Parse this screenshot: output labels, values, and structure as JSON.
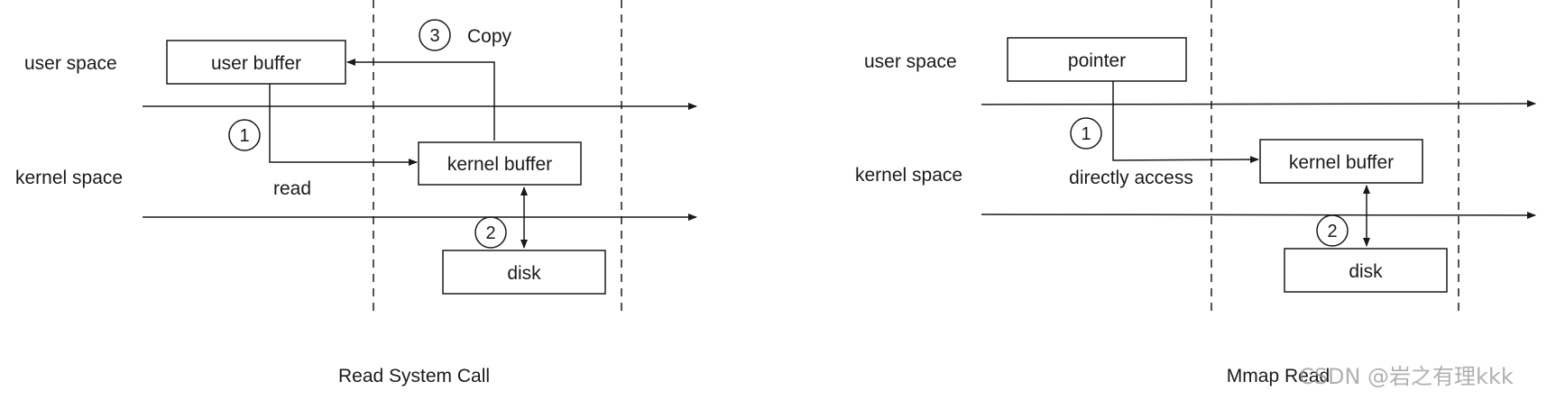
{
  "left_diagram": {
    "caption": "Read System Call",
    "user_space_label": "user space",
    "kernel_space_label": "kernel space",
    "user_buffer_label": "user buffer",
    "kernel_buffer_label": "kernel buffer",
    "disk_label": "disk",
    "step1_number": "1",
    "step1_label": "read",
    "step2_number": "2",
    "step3_number": "3",
    "step3_label": "Copy"
  },
  "right_diagram": {
    "caption": "Mmap Read",
    "user_space_label": "user space",
    "kernel_space_label": "kernel space",
    "pointer_label": "pointer",
    "kernel_buffer_label": "kernel buffer",
    "disk_label": "disk",
    "step1_number": "1",
    "step1_label": "directly access",
    "step2_number": "2"
  },
  "watermark": "CSDN @岩之有理kkk",
  "colors": {
    "stroke": "#1a1a1a",
    "background": "#ffffff",
    "watermark": "#969696"
  }
}
